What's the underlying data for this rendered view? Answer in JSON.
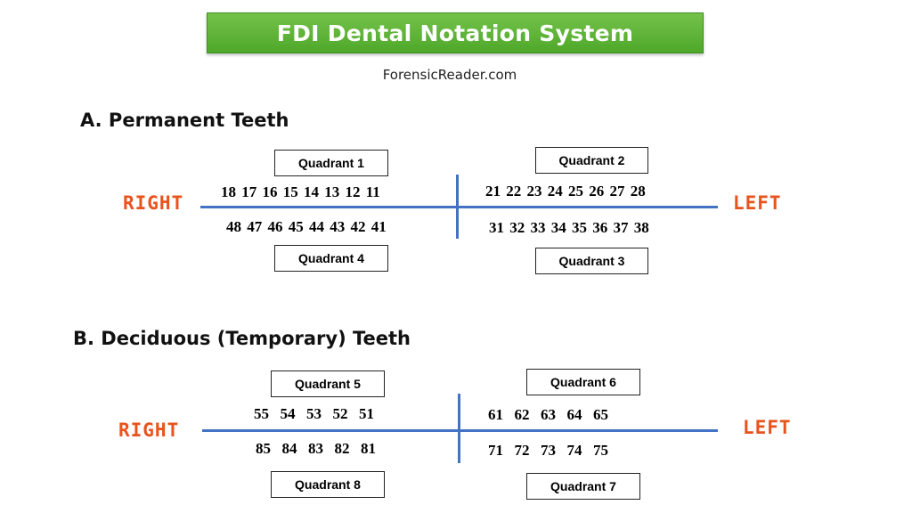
{
  "header": {
    "title": "FDI Dental Notation System",
    "source": "ForensicReader.com"
  },
  "permanent": {
    "title": "A. Permanent Teeth",
    "right_label": "RIGHT",
    "left_label": "LEFT",
    "quadrants": {
      "q1": "Quadrant  1",
      "q2": "Quadrant  2",
      "q3": "Quadrant  3",
      "q4": "Quadrant  4"
    },
    "teeth": {
      "upper_right": "18 17 16 15 14 13 12 11",
      "upper_left": "21 22  23 24 25 26 27 28",
      "lower_right": "48 47 46 45 44 43 42 41",
      "lower_left": "31 32 33 34 35 36 37 38"
    }
  },
  "deciduous": {
    "title": "B. Deciduous (Temporary) Teeth",
    "right_label": "RIGHT",
    "left_label": "LEFT",
    "quadrants": {
      "q5": "Quadrant  5",
      "q6": "Quadrant  6",
      "q7": "Quadrant  7",
      "q8": "Quadrant  8"
    },
    "teeth": {
      "upper_right": "55  54  53  52  51",
      "upper_left": "61  62  63  64  65",
      "lower_right": "85  84  83  82  81",
      "lower_left": "71  72  73  74  75"
    }
  },
  "colors": {
    "banner": "#5cb335",
    "side_labels": "#e8541e",
    "axis_lines": "#4472c4"
  }
}
